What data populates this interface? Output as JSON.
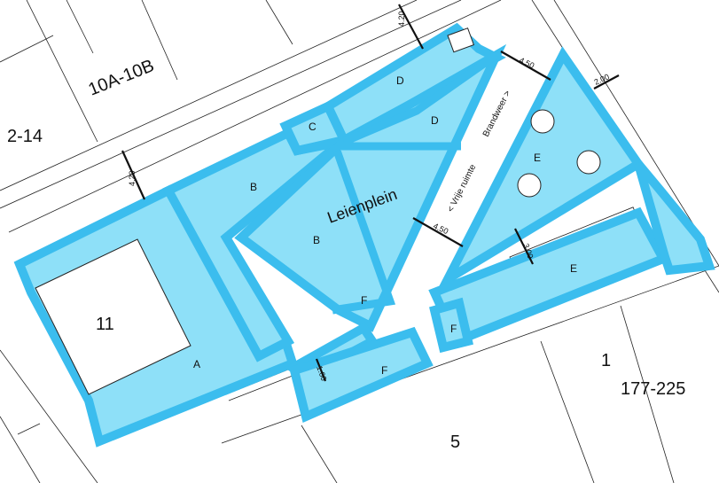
{
  "colors": {
    "zone_fill": "#8ee0f8",
    "zone_border": "#3bbdee"
  },
  "place_name": "Leienplein",
  "addresses": {
    "a1": "2-14",
    "a2": "10A-10B",
    "a3": "11",
    "a4": "1",
    "a5": "177-225",
    "a6": "5"
  },
  "zones": {
    "A": "A",
    "B1": "B",
    "B2": "B",
    "C": "C",
    "D1": "D",
    "D2": "D",
    "E1": "E",
    "E2": "E",
    "F1": "F",
    "F2": "F",
    "F3": "F"
  },
  "path_labels": {
    "left": "< Vrije ruimte",
    "right": "Brandweer >"
  },
  "dimensions": {
    "d1": "4.20",
    "d2": "4.20",
    "d3": "4.50",
    "d4": "4.50",
    "d5": "2.00",
    "d6": "3.00",
    "d7": "1.60"
  }
}
